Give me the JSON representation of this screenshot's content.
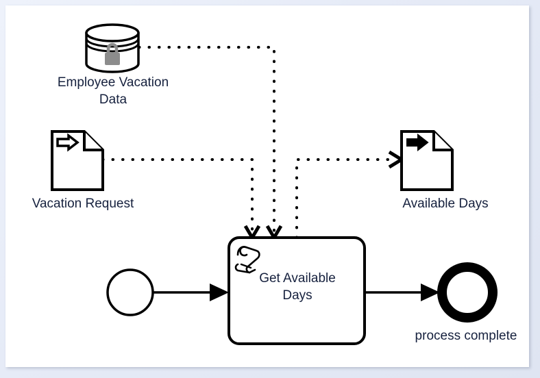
{
  "diagram": {
    "title": "Get Available Days process",
    "type": "bpmn-process",
    "colors": {
      "canvas": "#ffffff",
      "page_background": "#e6ebf7",
      "stroke": "#000000",
      "label_text": "#16213e",
      "lock_fill": "#8c8c8c"
    }
  },
  "nodes": {
    "data_store": {
      "label": "Employee Vacation\nData",
      "kind": "data-store",
      "icon": "database-lock-icon"
    },
    "data_input": {
      "label": "Vacation Request",
      "kind": "data-input-object",
      "icon": "document-arrow-outline-icon"
    },
    "data_output": {
      "label": "Available Days",
      "kind": "data-output-object",
      "icon": "document-arrow-filled-icon"
    },
    "task": {
      "label": "Get Available\nDays",
      "kind": "script-task",
      "icon": "script-scroll-icon"
    },
    "start_event": {
      "label": "",
      "kind": "start-event",
      "icon": "circle-thin-icon"
    },
    "end_event": {
      "label": "process complete",
      "kind": "end-event",
      "icon": "circle-thick-icon"
    }
  },
  "edges": [
    {
      "name": "assoc-datastore-to-task",
      "from": "data_store",
      "to": "task",
      "style": "dotted",
      "arrow": "open-v"
    },
    {
      "name": "assoc-datainput-to-task",
      "from": "data_input",
      "to": "task",
      "style": "dotted",
      "arrow": "open-v"
    },
    {
      "name": "assoc-task-to-dataoutput",
      "from": "task",
      "to": "data_output",
      "style": "dotted",
      "arrow": "open-v"
    },
    {
      "name": "flow-start-to-task",
      "from": "start_event",
      "to": "task",
      "style": "solid",
      "arrow": "filled-triangle"
    },
    {
      "name": "flow-task-to-end",
      "from": "task",
      "to": "end_event",
      "style": "solid",
      "arrow": "filled-triangle"
    }
  ]
}
